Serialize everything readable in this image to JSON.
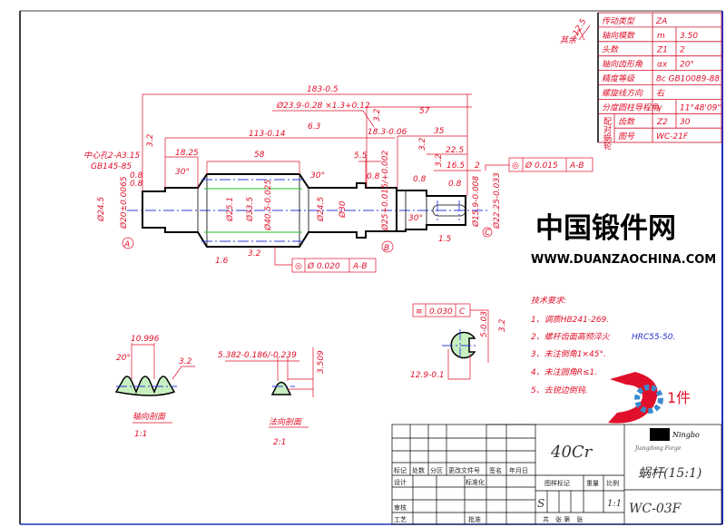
{
  "roughness_note": {
    "label": "其余",
    "value": "12.5"
  },
  "params_table": [
    {
      "label": "传动类型",
      "symbol": "",
      "value": "ZA"
    },
    {
      "label": "轴向模数",
      "symbol": "m",
      "value": "3.50"
    },
    {
      "label": "头数",
      "symbol": "Z1",
      "value": "2"
    },
    {
      "label": "轴向齿形角",
      "symbol": "αx",
      "value": "20°"
    },
    {
      "label": "精度等级",
      "symbol": "",
      "value": "8c GB10089-88"
    },
    {
      "label": "螺旋线方向",
      "symbol": "",
      "value": "右"
    },
    {
      "label": "分度圆柱导程角",
      "symbol": "γ",
      "value": "11°48'09\""
    },
    {
      "group": "配对蜗轮",
      "label": "齿数",
      "symbol": "Z2",
      "value": "30"
    },
    {
      "group": "配对蜗轮",
      "label": "图号",
      "symbol": "",
      "value": "WC-21F"
    }
  ],
  "dims": {
    "overall": "183-0.5",
    "thread_spec": "Ø23.9-0.28 ×1.3+0.12",
    "r63": "6.3",
    "d113": "113-0.14",
    "d18_25": "18.25",
    "d58": "58",
    "a30_left": "30°",
    "a30_right": "30°",
    "center_hole_1": "中心孔2-A3.15",
    "center_hole_2": "GB145-85",
    "r08_a": "0.8",
    "r08_b": "0.8",
    "r32_left": "3.2",
    "d24_5_left": "Ø24.5",
    "d20": "Ø20±0.0065",
    "d25_1": "Ø25.1",
    "d33_5": "Ø33.5",
    "d40_5": "Ø40.5-0.025",
    "d24_5_mid": "Ø24.5",
    "d30": "Ø30",
    "d25_b": "Ø25+0.015/+0.002",
    "r16": "1.6",
    "r32_bottom": "3.2",
    "d5_5": "5.5",
    "d18_3": "18.3-0.06",
    "d57": "57",
    "d35": "35",
    "d22_5": "22.5",
    "d16_5": "16.5",
    "d2": "2",
    "d1_5": "1.5",
    "a30_b": "30°",
    "d15_9": "Ø15.9-0.008",
    "d22_25": "Ø22.25-0.033",
    "r32_a": "3.2",
    "r32_b": "3.2",
    "r32_c": "3.2",
    "r08_c": "0.8",
    "r08_d": "0.8",
    "r08_e": "0.8"
  },
  "tolerances": [
    {
      "symbol": "◎",
      "value": "Ø 0.020",
      "datum": "A-B"
    },
    {
      "symbol": "◎",
      "value": "Ø 0.015",
      "datum": "A-B"
    },
    {
      "symbol": "≡",
      "value": "0.030",
      "datum": "C"
    }
  ],
  "datums": [
    "A",
    "B",
    "C"
  ],
  "sections": {
    "axial": {
      "label": "轴向剖面",
      "scale": "1:1",
      "pitch": "10.996",
      "angle": "20°",
      "rough": "3.2"
    },
    "normal": {
      "label": "法向剖面",
      "scale": "2:1",
      "thick": "5.382-0.186/-0.239",
      "height": "3.509"
    },
    "key": {
      "depth": "5-0.03",
      "dia": "12.9-0.1",
      "rough": "3.2"
    }
  },
  "tech_req": {
    "title": "技术要求:",
    "items": [
      "1、调质HB241-269.",
      "2、螺杆齿面高频淬火",
      "3、未注倒角1×45°.",
      "4、未注圆角R≤1.",
      "5、去锐边倒钝."
    ],
    "item2_value": "HRC55-50."
  },
  "title_block": {
    "headers": [
      "标记",
      "处数",
      "分区",
      "更改文件号",
      "签名",
      "年月日"
    ],
    "design": "设计",
    "standard": "标准化",
    "check": "审核",
    "process": "工艺",
    "approve": "批准",
    "stage_label": "图样标记",
    "weight_label": "重量",
    "scale_label": "比例",
    "stage": "S",
    "scale": "1:1",
    "sheets": "共　张 第　张",
    "material": "40Cr",
    "part_name": "蜗杆(15:1)",
    "drawing_no": "WC-03F"
  },
  "watermark": {
    "site_cn": "中国锻件网",
    "site_url": "WWW.DUANZAOCHINA.COM",
    "logo_text": "Ningbo",
    "logo_sub": "Jiangdong Forge",
    "count": "1件"
  }
}
